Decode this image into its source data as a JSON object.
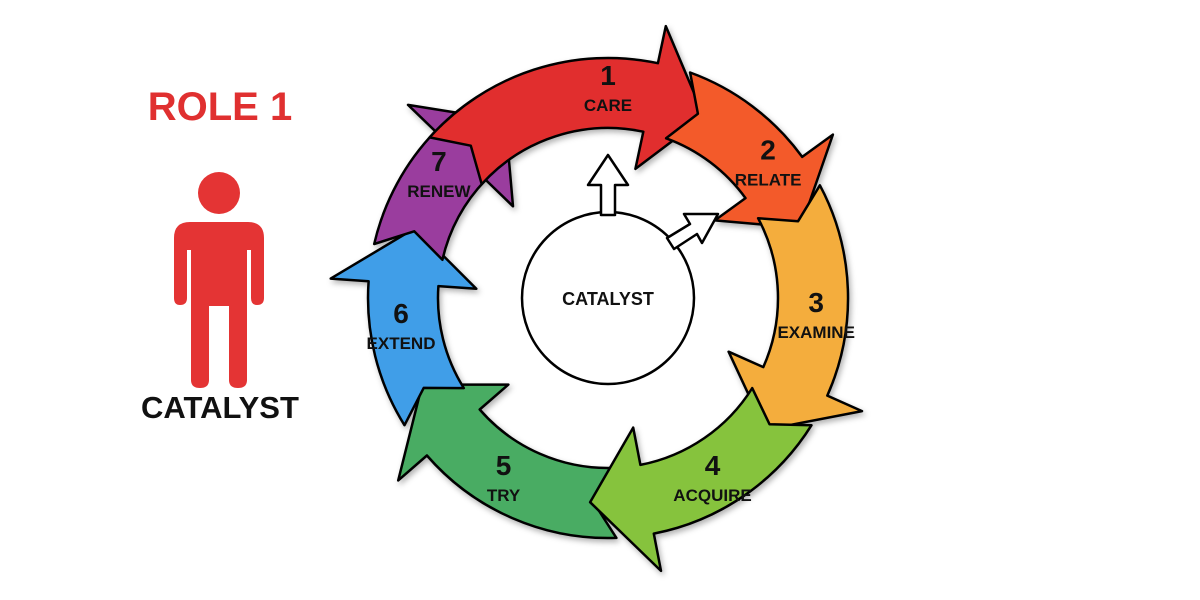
{
  "role": {
    "title": "ROLE 1",
    "title_color": "#e03030",
    "person_label": "CATALYST",
    "person_color": "#e43434",
    "person_icon": "person-icon"
  },
  "cycle": {
    "center_label": "CATALYST",
    "steps": [
      {
        "number": "1",
        "label": "CARE",
        "color": "#e12f2f"
      },
      {
        "number": "2",
        "label": "RELATE",
        "color": "#f35a2a"
      },
      {
        "number": "3",
        "label": "EXAMINE",
        "color": "#f4ad3e"
      },
      {
        "number": "4",
        "label": "ACQUIRE",
        "color": "#86c33c"
      },
      {
        "number": "5",
        "label": "TRY",
        "color": "#49ac64"
      },
      {
        "number": "6",
        "label": "EXTEND",
        "color": "#3f9ee8"
      },
      {
        "number": "7",
        "label": "RENEW",
        "color": "#9a3e9e"
      }
    ]
  }
}
